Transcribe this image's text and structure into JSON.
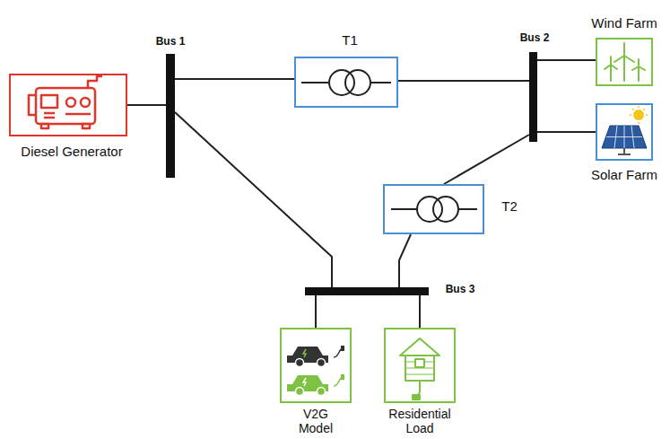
{
  "diagram": {
    "nodes": [
      {
        "text": [
          "Diesel Generator"
        ]
      },
      {
        "text": [
          "Bus 1"
        ]
      },
      {
        "text": [
          "T1"
        ]
      },
      {
        "text": [
          "Bus 2"
        ]
      },
      {
        "text": [
          "Wind Farm"
        ]
      },
      {
        "text": [
          "Solar Farm"
        ]
      },
      {
        "text": [
          "T2"
        ]
      },
      {
        "text": [
          "Bus 3"
        ]
      },
      {
        "text": [
          "V2G Model"
        ]
      },
      {
        "text": [
          "Residential Load"
        ]
      }
    ],
    "edges": [
      {
        "from": 0,
        "to": 1,
        "arrow": "none"
      },
      {
        "from": 1,
        "to": 2,
        "arrow": "none"
      },
      {
        "from": 2,
        "to": 3,
        "arrow": "none"
      },
      {
        "from": 3,
        "to": 4,
        "arrow": "none"
      },
      {
        "from": 3,
        "to": 5,
        "arrow": "none"
      },
      {
        "from": 3,
        "to": 6,
        "arrow": "none"
      },
      {
        "from": 6,
        "to": 7,
        "arrow": "none"
      },
      {
        "from": 1,
        "to": 7,
        "arrow": "none"
      },
      {
        "from": 7,
        "to": 8,
        "arrow": "none"
      },
      {
        "from": 7,
        "to": 9,
        "arrow": "none"
      }
    ]
  }
}
